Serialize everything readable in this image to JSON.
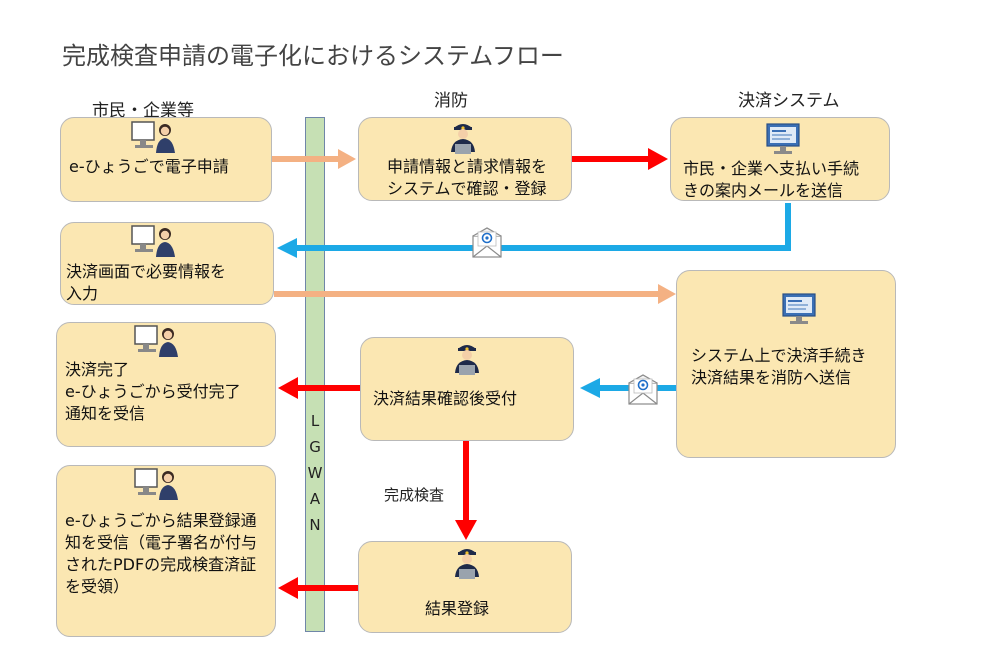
{
  "title": "完成検査申請の電子化におけるシステムフロー",
  "columns": {
    "citizen": "市民・企業等",
    "fire": "消防",
    "payment": "決済システム"
  },
  "lgwan_label": "L\nG\nW\nA\nN",
  "boxes": {
    "c1": "e-ひょうごで電子申請",
    "c2": "決済画面で必要情報を\n入力",
    "c3": "決済完了\ne-ひょうごから受付完了\n通知を受信",
    "c4": "e-ひょうごから結果登録通\n知を受信（電子署名が付与\nされたPDFの完成検査済証\nを受領）",
    "f1": "申請情報と請求情報を\nシステムで確認・登録",
    "f2": "決済結果確認後受付",
    "f3": "結果登録",
    "p1": "市民・企業へ支払い手続\nきの案内メールを送信",
    "p2": "システム上で決済手続き\n決済結果を消防へ送信"
  },
  "edge_labels": {
    "inspection": "完成検査"
  },
  "icons": {
    "person_pc": "person-at-computer-icon",
    "officer_pc": "fire-officer-at-laptop-icon",
    "monitor": "computer-monitor-icon",
    "mail": "email-envelope-icon"
  },
  "colors": {
    "box_fill": "#fbe7b2",
    "lgwan_fill": "#c6e0b4",
    "arrow_red": "#ff0000",
    "arrow_blue": "#1ca9e6",
    "arrow_peach": "#f4b183"
  }
}
